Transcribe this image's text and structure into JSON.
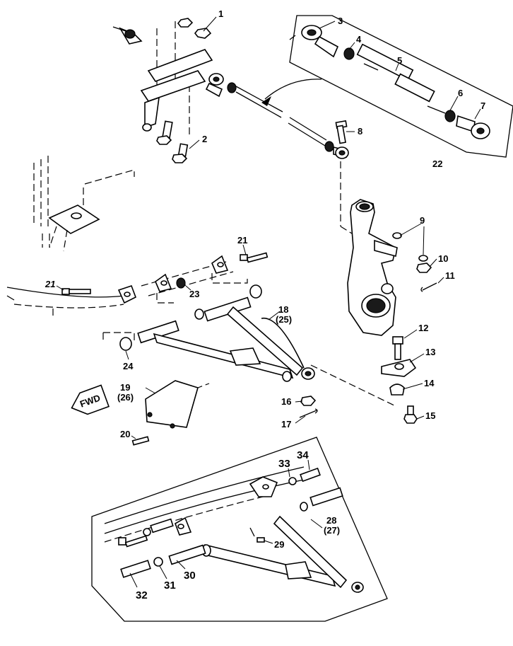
{
  "diagram": {
    "fwd_badge": "FWD",
    "callouts": {
      "c1": "1",
      "c2": "2",
      "c3": "3",
      "c4": "4",
      "c5": "5",
      "c6": "6",
      "c7": "7",
      "c8": "8",
      "c9": "9",
      "c10": "10",
      "c11": "11",
      "c12": "12",
      "c13": "13",
      "c14": "14",
      "c15": "15",
      "c16": "16",
      "c17": "17",
      "c18": "18",
      "c18b": "(25)",
      "c19": "19",
      "c19b": "(26)",
      "c20": "20",
      "c21a": "21",
      "c21b": "21",
      "c22": "22",
      "c23": "23",
      "c24": "24",
      "c28": "28",
      "c28b": "(27)",
      "c29": "29",
      "c30": "30",
      "c31": "31",
      "c32": "32",
      "c33": "33",
      "c34": "34"
    }
  }
}
